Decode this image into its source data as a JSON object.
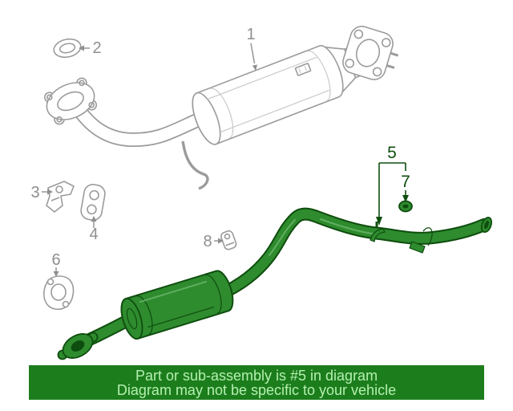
{
  "diagram": {
    "callouts": {
      "c1": "1",
      "c2": "2",
      "c3": "3",
      "c4": "4",
      "c5": "5",
      "c6": "6",
      "c7": "7",
      "c8": "8"
    },
    "banner": {
      "line1": "Part or sub-assembly is #5 in diagram",
      "line2": "Diagram may not be specific to your vehicle"
    },
    "colors": {
      "outline": "#9b9b9b",
      "shading": "#c9c9c9",
      "label": "#8f8f8f",
      "highlight": "#2e8b2e",
      "highlight_dark": "#0e4d0e",
      "highlight_light": "#5fae5f",
      "banner_bg": "#1c7d1c",
      "banner_text": "#b4f0b0"
    }
  }
}
